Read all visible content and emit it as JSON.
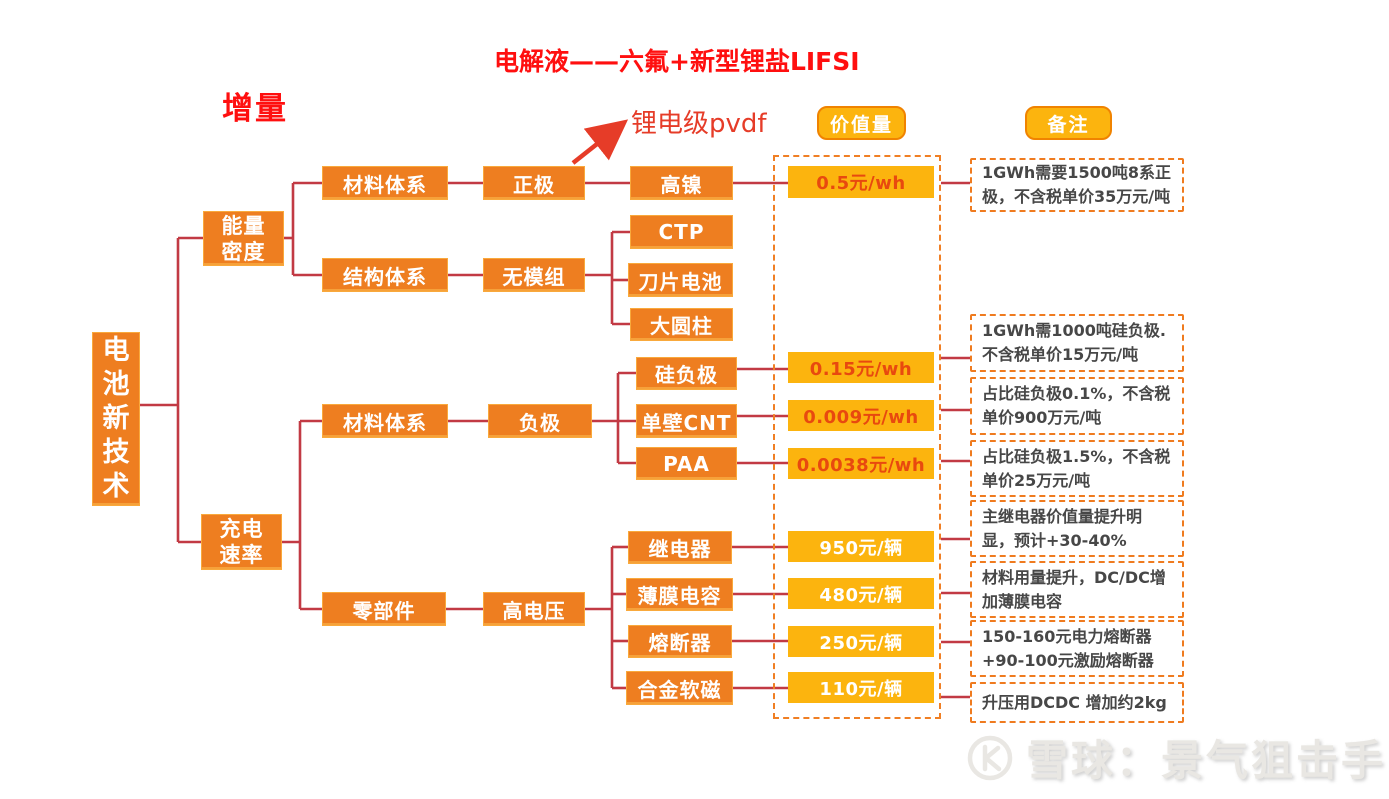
{
  "annotations": {
    "electrolyte": "电解液——六氟+新型锂盐LIFSI",
    "increment": "增量",
    "pvdf": "锂电级pvdf"
  },
  "column_headers": {
    "value": "价值量",
    "note": "备注"
  },
  "nodes": {
    "root": "电池新技术",
    "energy": "能量密度",
    "charge": "充电速率",
    "material1": "材料体系",
    "structure": "结构体系",
    "material2": "材料体系",
    "parts": "零部件",
    "cathode": "正极",
    "no_module": "无模组",
    "anode": "负极",
    "high_voltage": "高电压",
    "high_nickel": "高镍",
    "ctp": "CTP",
    "blade": "刀片电池",
    "cylinder": "大圆柱",
    "si_anode": "硅负极",
    "cnt": "单壁CNT",
    "paa": "PAA",
    "relay": "继电器",
    "film_cap": "薄膜电容",
    "fuse": "熔断器",
    "soft_magnet": "合金软磁"
  },
  "values": [
    "0.5元/wh",
    "0.15元/wh",
    "0.009元/wh",
    "0.0038元/wh",
    "950元/辆",
    "480元/辆",
    "250元/辆",
    "110元/辆"
  ],
  "notes": [
    "1GWh需要1500吨8系正极，不含税单价35万元/吨",
    "1GWh需1000吨硅负极. 不含税单价15万元/吨",
    "占比硅负极0.1%，不含税单价900万元/吨",
    "占比硅负极1.5%，不含税单价25万元/吨",
    "主继电器价值量提升明显，预计+30-40%",
    "材料用量提升，DC/DC增加薄膜电容",
    "150-160元电力熔断器+90-100元激励熔断器",
    "升压用DCDC 增加约2kg"
  ],
  "watermark": {
    "text": "雪球：景气狙击手"
  },
  "colors": {
    "node_orange": "#ee7e20",
    "value_gold": "#fcb40e",
    "connector_red": "#c23a44",
    "accent_red": "#ff0f0f",
    "dashed_border_orange": "#f07f24",
    "value_text_red": "#e8490f"
  }
}
